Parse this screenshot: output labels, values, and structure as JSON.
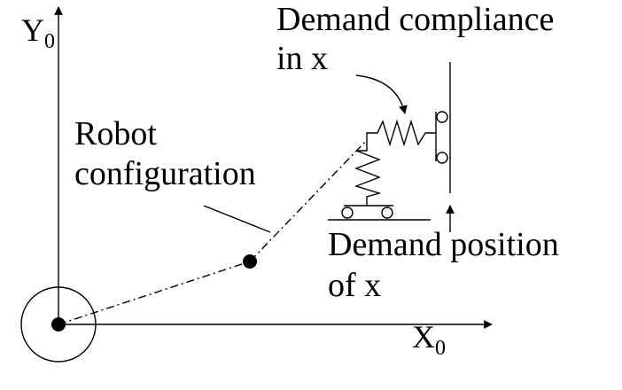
{
  "axes": {
    "y_label": "Y",
    "y_subscript": "0",
    "x_label": "X",
    "x_subscript": "0"
  },
  "labels": {
    "robot_line1": "Robot",
    "robot_line2": "configuration",
    "compliance_line1": "Demand compliance",
    "compliance_line2": "in x",
    "position_line1": "Demand position",
    "position_line2": "of x"
  }
}
